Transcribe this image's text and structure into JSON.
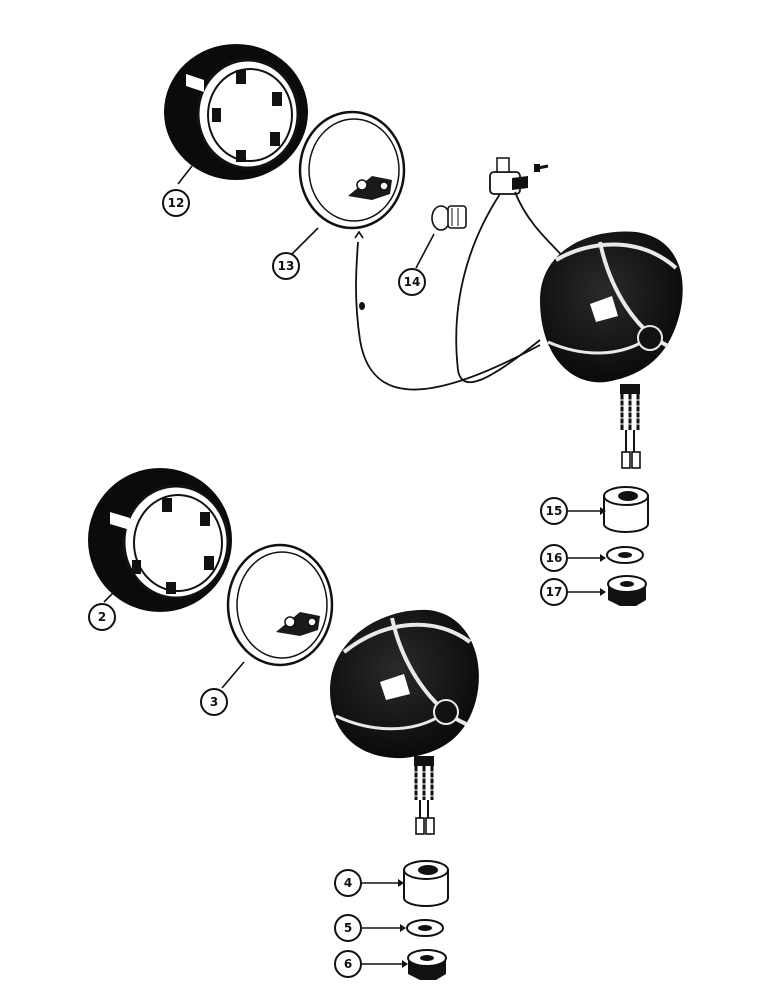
{
  "callouts": {
    "c12": "12",
    "c13": "13",
    "c14": "14",
    "c15": "15",
    "c16": "16",
    "c17": "17",
    "c2": "2",
    "c3": "3",
    "c4": "4",
    "c5": "5",
    "c6": "6"
  },
  "colors": {
    "ink": "#111111",
    "paper": "#ffffff"
  }
}
